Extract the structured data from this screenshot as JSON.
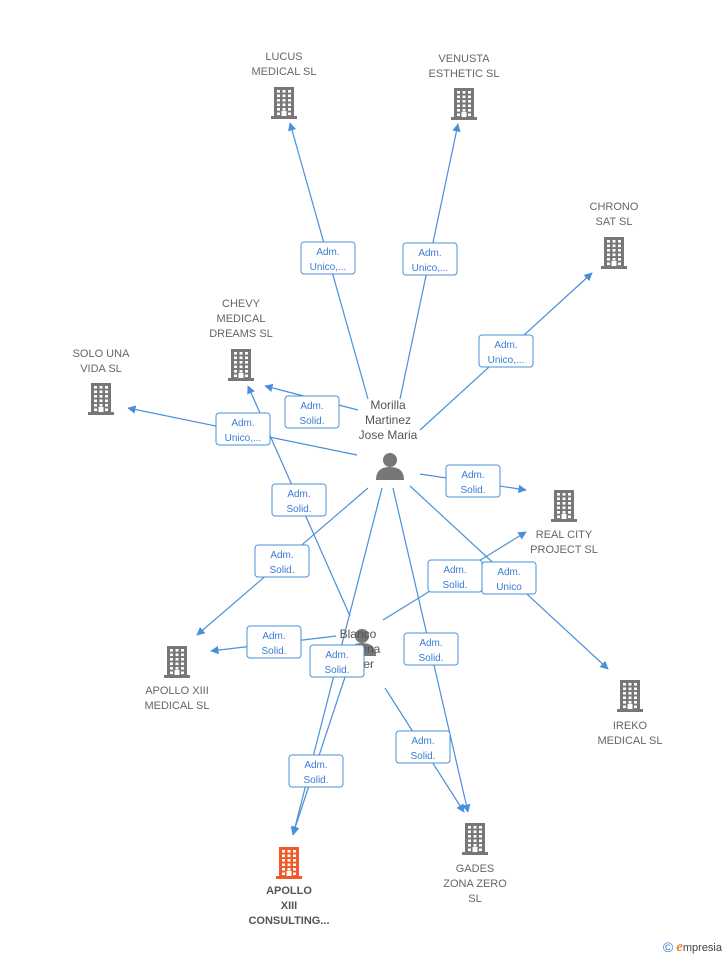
{
  "colors": {
    "edge": "#4a90d9",
    "company": "#777777",
    "highlight": "#f05a28",
    "person": "#777777"
  },
  "companies": [
    {
      "id": "lucus",
      "lines": [
        "LUCUS",
        "MEDICAL  SL"
      ]
    },
    {
      "id": "venusta",
      "lines": [
        "VENUSTA",
        "ESTHETIC  SL"
      ]
    },
    {
      "id": "chrono",
      "lines": [
        "CHRONO",
        "SAT  SL"
      ]
    },
    {
      "id": "chevy",
      "lines": [
        "CHEVY",
        "MEDICAL",
        "DREAMS  SL"
      ]
    },
    {
      "id": "solo",
      "lines": [
        "SOLO UNA",
        "VIDA  SL"
      ]
    },
    {
      "id": "realcity",
      "lines": [
        "REAL CITY",
        "PROJECT  SL"
      ]
    },
    {
      "id": "apollo_med",
      "lines": [
        "APOLLO XIII",
        "MEDICAL  SL"
      ]
    },
    {
      "id": "ireko",
      "lines": [
        "IREKO",
        "MEDICAL  SL"
      ]
    },
    {
      "id": "apollo_cons",
      "lines": [
        "APOLLO",
        "XIII",
        "CONSULTING..."
      ],
      "highlight": true
    },
    {
      "id": "gades",
      "lines": [
        "GADES",
        "ZONA ZERO",
        "SL"
      ]
    }
  ],
  "persons": [
    {
      "id": "morilla",
      "lines": [
        "Morilla",
        "Martinez",
        "Jose Maria"
      ]
    },
    {
      "id": "blanco",
      "lines": [
        "Blanco",
        "Barcena",
        "Javier"
      ]
    }
  ],
  "edges": [
    {
      "from": "morilla",
      "to": "lucus",
      "label": [
        "Adm.",
        "Unico,..."
      ]
    },
    {
      "from": "morilla",
      "to": "venusta",
      "label": [
        "Adm.",
        "Unico,..."
      ]
    },
    {
      "from": "morilla",
      "to": "chrono",
      "label": [
        "Adm.",
        "Unico,..."
      ]
    },
    {
      "from": "morilla",
      "to": "chevy",
      "label": [
        "Adm.",
        "Solid."
      ]
    },
    {
      "from": "morilla",
      "to": "solo",
      "label": [
        "Adm.",
        "Unico,..."
      ]
    },
    {
      "from": "morilla",
      "to": "realcity",
      "label": [
        "Adm.",
        "Solid."
      ]
    },
    {
      "from": "morilla",
      "to": "ireko",
      "label": [
        "Adm.",
        "Unico"
      ]
    },
    {
      "from": "morilla",
      "to": "apollo_med",
      "label": [
        "Adm.",
        "Solid."
      ]
    },
    {
      "from": "morilla",
      "to": "gades",
      "label": [
        "Adm.",
        "Solid."
      ]
    },
    {
      "from": "morilla",
      "to": "apollo_cons",
      "label": [
        "Adm.",
        "Solid."
      ]
    },
    {
      "from": "blanco",
      "to": "chevy",
      "label": [
        "Adm.",
        "Solid."
      ]
    },
    {
      "from": "blanco",
      "to": "realcity",
      "label": [
        "Adm.",
        "Solid."
      ]
    },
    {
      "from": "blanco",
      "to": "apollo_med",
      "label": [
        "Adm.",
        "Solid."
      ]
    },
    {
      "from": "blanco",
      "to": "apollo_cons",
      "label": [
        "Adm.",
        "Solid."
      ]
    },
    {
      "from": "blanco",
      "to": "gades",
      "label": [
        "Adm.",
        "Solid."
      ]
    }
  ],
  "brand": {
    "copyright": "©",
    "name_initial": "e",
    "name_rest": "mpresia"
  }
}
